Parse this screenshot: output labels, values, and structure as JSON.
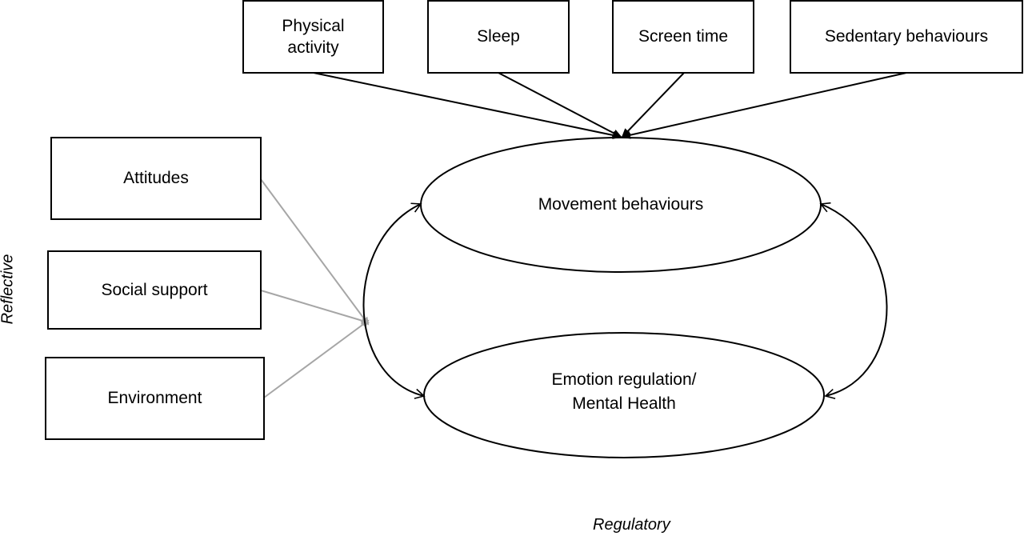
{
  "top_boxes": [
    {
      "id": "physical-activity",
      "label_line1": "Physical",
      "label_line2": "activity"
    },
    {
      "id": "sleep",
      "label": "Sleep"
    },
    {
      "id": "screen-time",
      "label": "Screen time"
    },
    {
      "id": "sedentary-behaviours",
      "label": "Sedentary behaviours"
    }
  ],
  "left_boxes": [
    {
      "id": "attitudes",
      "label": "Attitudes"
    },
    {
      "id": "social-support",
      "label": "Social support"
    },
    {
      "id": "environment",
      "label": "Environment"
    }
  ],
  "ovals": {
    "movement": {
      "label": "Movement behaviours"
    },
    "emotion": {
      "label_line1": "Emotion regulation/",
      "label_line2": "Mental Health"
    }
  },
  "axis_labels": {
    "vertical": "Reflective",
    "horizontal": "Regulatory"
  },
  "colors": {
    "stroke": "#000000",
    "grey_connector": "#a6a6a6"
  }
}
